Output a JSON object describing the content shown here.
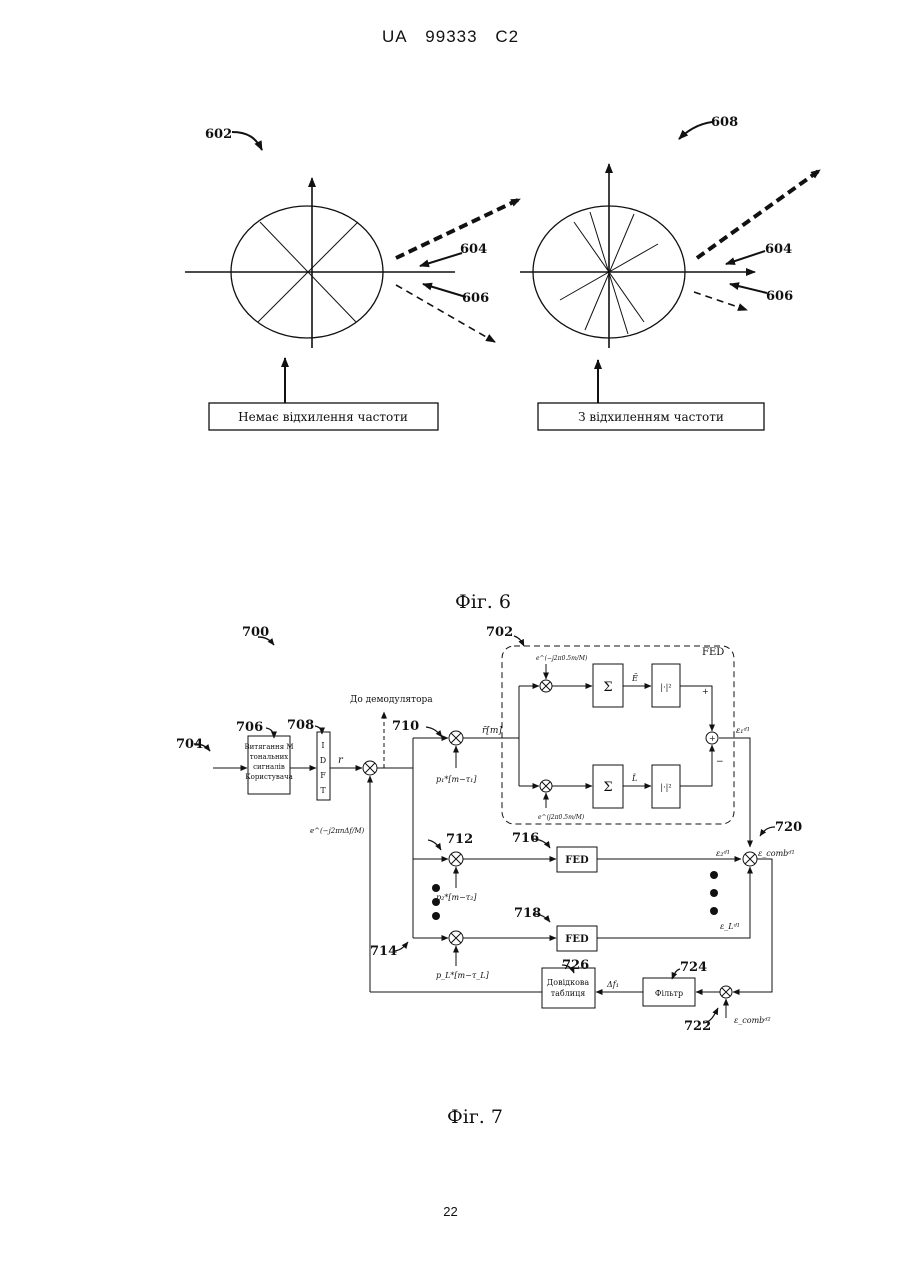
{
  "header": {
    "country": "UA",
    "number": "99333",
    "kind": "C2"
  },
  "fig6": {
    "refs": {
      "left_diagram": "602",
      "right_diagram": "608",
      "dashed_top": "604",
      "dashed_bottom": "606"
    },
    "left_box_label": "Немає відхилення частоти",
    "right_box_label": "З відхиленням частоти",
    "caption": "Фіг. 6"
  },
  "fig7": {
    "refs": {
      "system": "700",
      "fed_block": "702",
      "input": "704",
      "user_signals": "706",
      "idft": "708",
      "branch1": "710",
      "branch2": "712",
      "branchL": "714",
      "fed2": "716",
      "fedL": "718",
      "combiner": "720",
      "adder": "722",
      "filter": "724",
      "lookup": "726"
    },
    "user_signals_block": [
      "Витягання M",
      "тональних",
      "сигналів",
      "Користувача"
    ],
    "idft_letters": [
      "I",
      "D",
      "F",
      "T"
    ],
    "to_demodulator": "До демодулятора",
    "fed_label": "FED",
    "fed_box2": "FED",
    "fed_boxL": "FED",
    "filter_label": "Фільтр",
    "lookup_label": [
      "Довідкова",
      "таблиця"
    ],
    "sum_symbol": "Σ",
    "abs_symbol": "|·|²",
    "rp": "r",
    "rbar": "r̄[m]",
    "pilot1": "p₁*[m−τ₁]",
    "pilot2": "p₂*[m−τ₂]",
    "pilotL": "p_L*[m−τ_L]",
    "exp_left": "e^(−j2πnΔf/M)",
    "exp_top": "e^(−j2π0.5m/M)",
    "exp_bottom": "e^(j2π0.5m/M)",
    "eps1": "ε₁ᵈ¹",
    "eps2": "ε₂ᵈ¹",
    "epsL": "ε_Lᵈ¹",
    "eps_comb": "ε_combᵈ¹",
    "eps_comb2": "ε_combᵈ²",
    "delta_f": "Δf₁",
    "E_tilde": "Ẽ",
    "L_tilde": "L̃",
    "plus": "+",
    "minus": "−",
    "caption": "Фіг. 7"
  },
  "page_number": "22"
}
